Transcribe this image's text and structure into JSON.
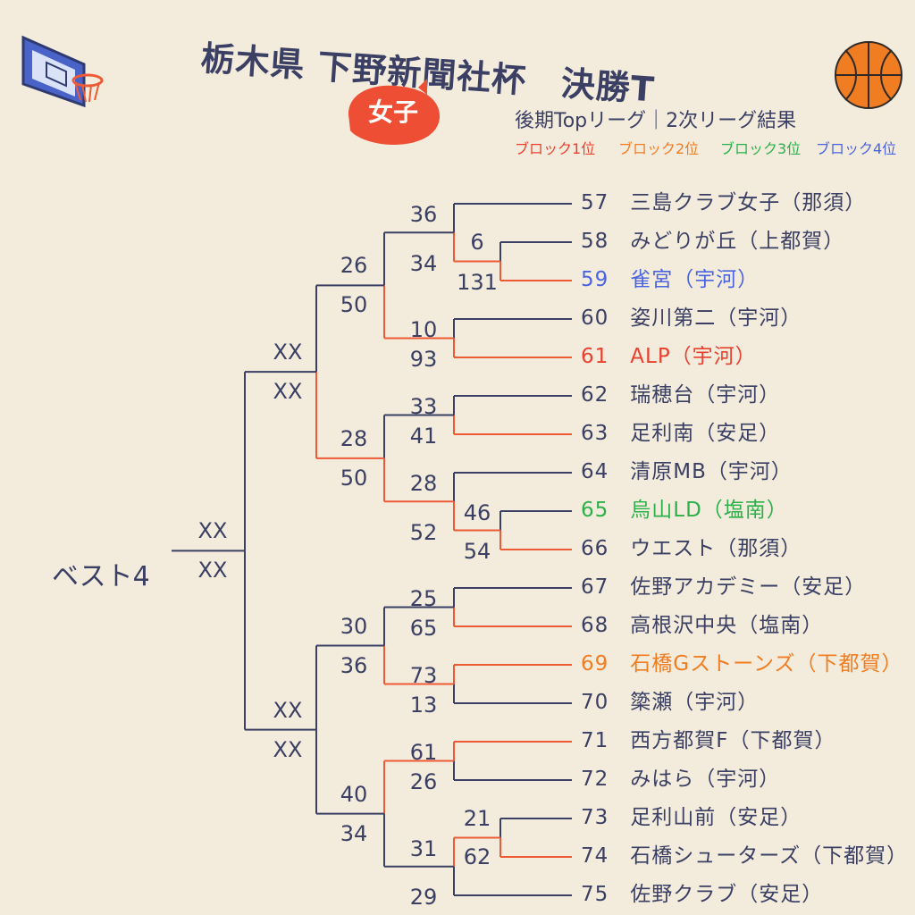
{
  "title": "栃木県 下野新聞社杯　決勝T",
  "badge": "女子",
  "subtitle": "後期Topリーグ｜2次リーグ結果",
  "legend": [
    {
      "text": "ブロック1位",
      "color": "#e8402f"
    },
    {
      "text": "ブロック2位",
      "color": "#f07d22"
    },
    {
      "text": "ブロック3位",
      "color": "#2bb04a"
    },
    {
      "text": "ブロック4位",
      "color": "#4a63e0"
    }
  ],
  "colors": {
    "navy": "#3a3f63",
    "win": "#ee5a35"
  },
  "best4_label": "ベスト4",
  "teams": [
    {
      "label": "57　三島クラブ女子（那須）",
      "color": "#3a3f63"
    },
    {
      "label": "58　みどりが丘（上都賀）",
      "color": "#3a3f63"
    },
    {
      "label": "59　雀宮（宇河）",
      "color": "#4a63e0"
    },
    {
      "label": "60　姿川第二（宇河）",
      "color": "#3a3f63"
    },
    {
      "label": "61　ALP（宇河）",
      "color": "#e8402f"
    },
    {
      "label": "62　瑞穂台（宇河）",
      "color": "#3a3f63"
    },
    {
      "label": "63　足利南（安足）",
      "color": "#3a3f63"
    },
    {
      "label": "64　清原MB（宇河）",
      "color": "#3a3f63"
    },
    {
      "label": "65　烏山LD（塩南）",
      "color": "#2bb04a"
    },
    {
      "label": "66　ウエスト（那須）",
      "color": "#3a3f63"
    },
    {
      "label": "67　佐野アカデミー（安足）",
      "color": "#3a3f63"
    },
    {
      "label": "68　高根沢中央（塩南）",
      "color": "#3a3f63"
    },
    {
      "label": "69　石橋Gストーンズ（下都賀）",
      "color": "#f07d22"
    },
    {
      "label": "70　簗瀬（宇河）",
      "color": "#3a3f63"
    },
    {
      "label": "71　西方都賀F（下都賀）",
      "color": "#3a3f63"
    },
    {
      "label": "72　みはら（宇河）",
      "color": "#3a3f63"
    },
    {
      "label": "73　足利山前（安足）",
      "color": "#3a3f63"
    },
    {
      "label": "74　石橋シューターズ（下都賀）",
      "color": "#3a3f63"
    },
    {
      "label": "75　佐野クラブ（安足）",
      "color": "#3a3f63"
    }
  ],
  "scores": {
    "r1a": [
      "6",
      "131"
    ],
    "r1b": [
      "46",
      "54"
    ],
    "r1c": [
      "21",
      "62"
    ],
    "r2": [
      [
        "36",
        "34"
      ],
      [
        "10",
        "93"
      ],
      [
        "33",
        "41"
      ],
      [
        "28",
        "52"
      ],
      [
        "25",
        "65"
      ],
      [
        "73",
        "13"
      ],
      [
        "61",
        "26"
      ],
      [
        "31",
        "29"
      ]
    ],
    "r3": [
      [
        "26",
        "50"
      ],
      [
        "28",
        "50"
      ],
      [
        "30",
        "36"
      ],
      [
        "40",
        "34"
      ]
    ],
    "r4": [
      [
        "XX",
        "XX"
      ],
      [
        "XX",
        "XX"
      ]
    ],
    "final": [
      "XX",
      "XX"
    ]
  }
}
